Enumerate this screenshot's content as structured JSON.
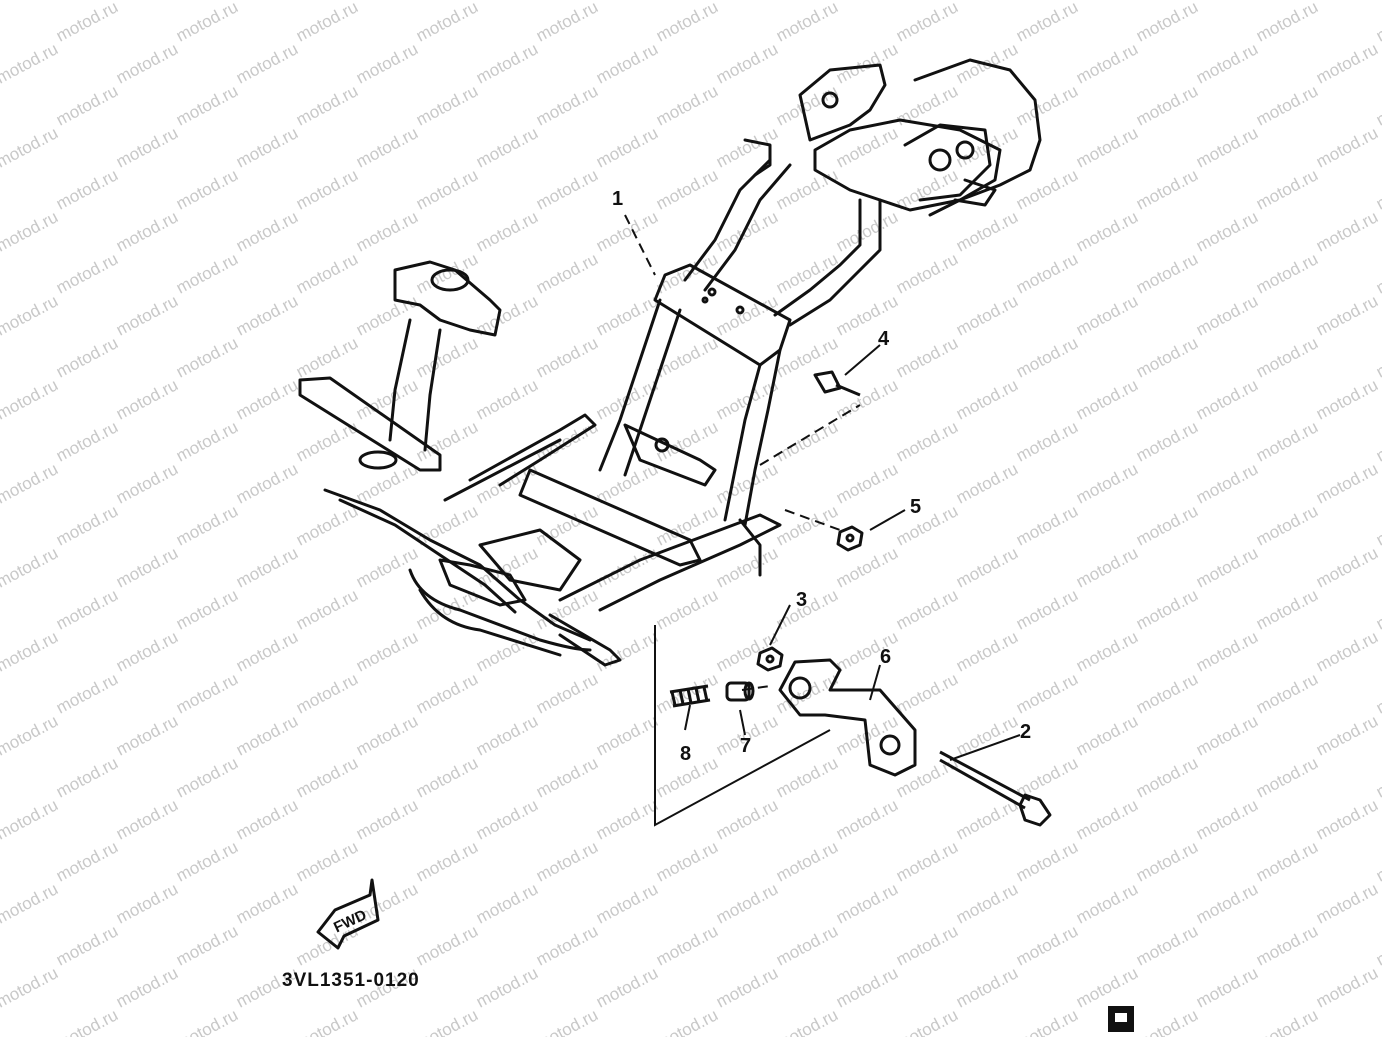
{
  "watermark": {
    "text": "motod.ru",
    "color": "#c8c8c8"
  },
  "callouts": [
    {
      "id": "1",
      "label": "1"
    },
    {
      "id": "2",
      "label": "2"
    },
    {
      "id": "3",
      "label": "3"
    },
    {
      "id": "4",
      "label": "4"
    },
    {
      "id": "5",
      "label": "5"
    },
    {
      "id": "6",
      "label": "6"
    },
    {
      "id": "7",
      "label": "7"
    },
    {
      "id": "8",
      "label": "8"
    }
  ],
  "fwd_label": "FWD",
  "diagram_code": "3VL1351-0120",
  "colors": {
    "line": "#111111",
    "background": "#ffffff"
  }
}
